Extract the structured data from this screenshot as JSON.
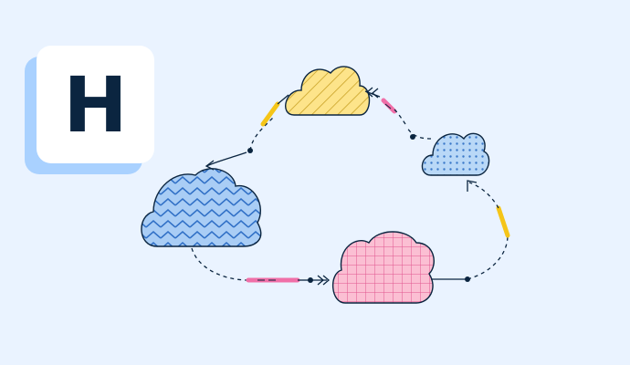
{
  "logo": {
    "letter": "H"
  },
  "colors": {
    "background": "#eaf3ff",
    "logo_shadow": "#a9d1ff",
    "cloud_yellow": "#fde48a",
    "cloud_blue_dots": "#b9d8f7",
    "cloud_blue_zigzag": "#a9cdf5",
    "cloud_pink": "#fbbfd3",
    "accent_yellow": "#f5c518",
    "accent_pink": "#f06fa8",
    "line": "#0b2540"
  },
  "icons": [
    "yellow-striped-cloud",
    "blue-dotted-cloud",
    "blue-zigzag-cloud",
    "pink-grid-cloud",
    "arrow-head-icon",
    "double-chevron-icon"
  ]
}
